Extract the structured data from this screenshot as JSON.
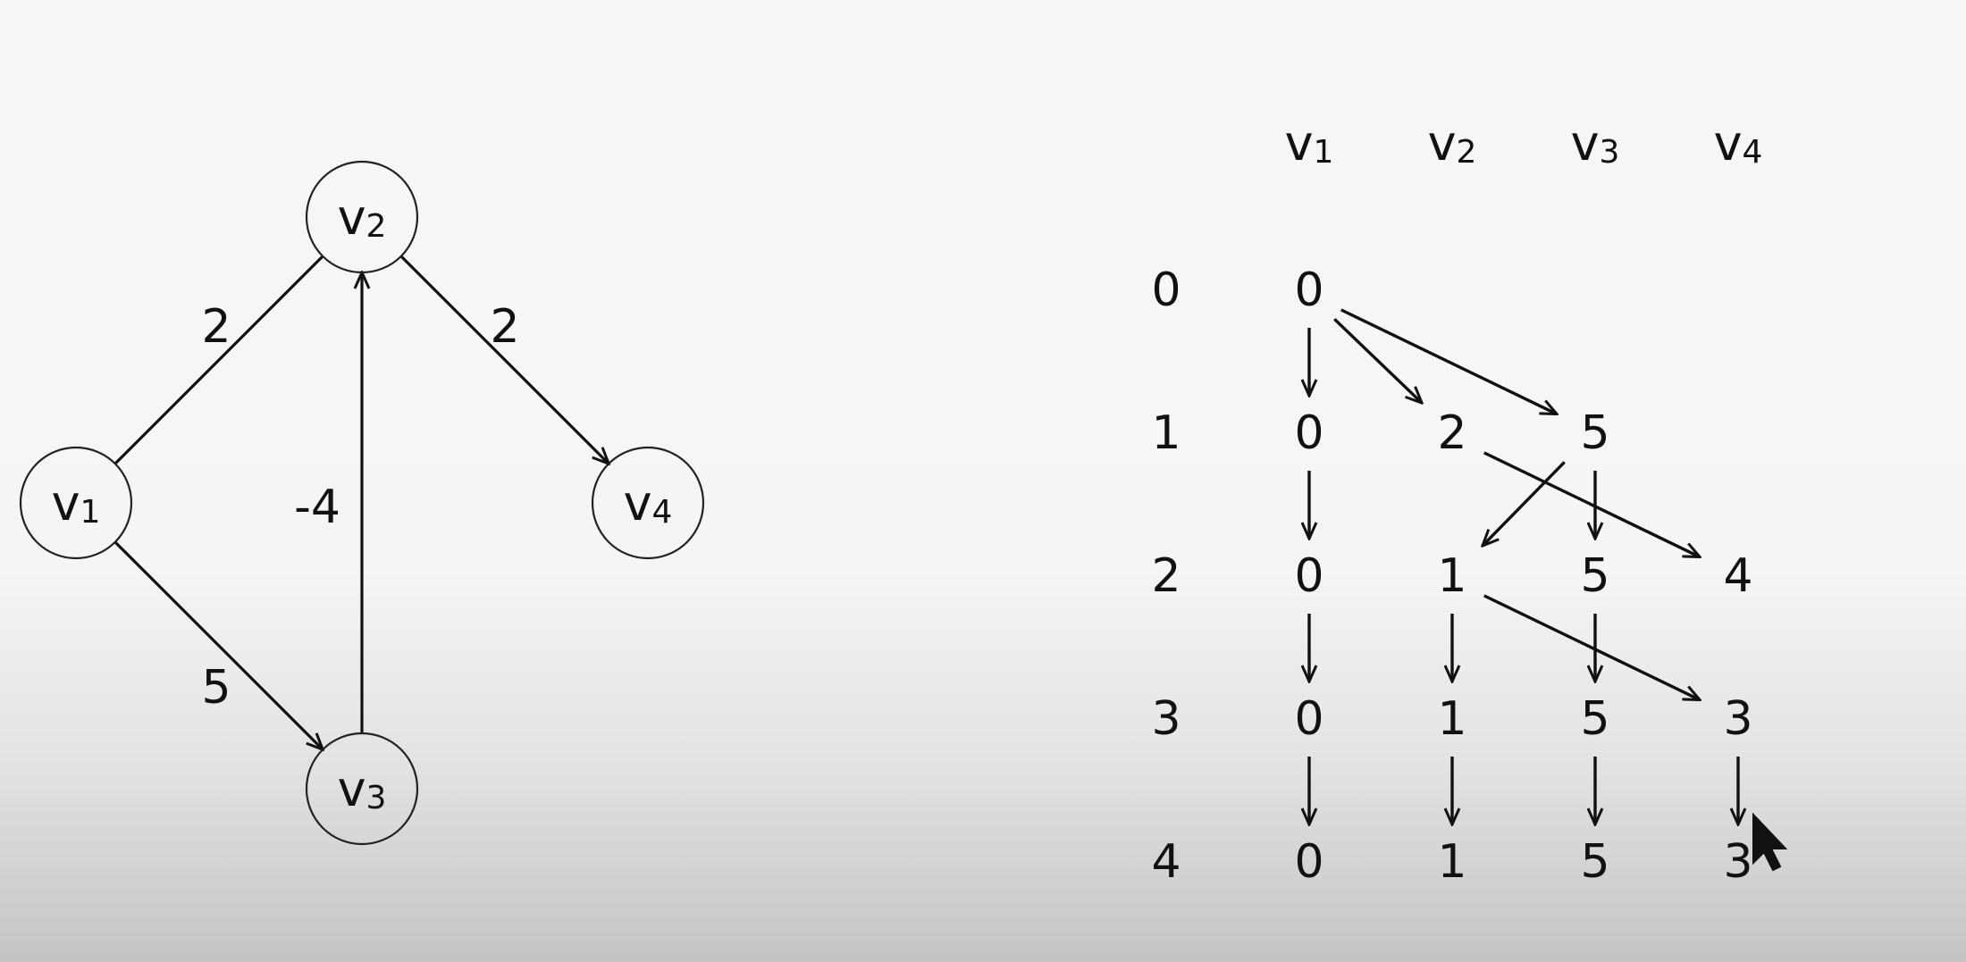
{
  "graph": {
    "nodes": [
      {
        "id": "v1",
        "name": "v",
        "sub": "1"
      },
      {
        "id": "v2",
        "name": "v",
        "sub": "2"
      },
      {
        "id": "v3",
        "name": "v",
        "sub": "3"
      },
      {
        "id": "v4",
        "name": "v",
        "sub": "4"
      }
    ],
    "edges": [
      {
        "from": "v1",
        "to": "v2",
        "weight": "2",
        "directed": false
      },
      {
        "from": "v1",
        "to": "v3",
        "weight": "5",
        "directed": true
      },
      {
        "from": "v3",
        "to": "v2",
        "weight": "-4",
        "directed": true
      },
      {
        "from": "v2",
        "to": "v4",
        "weight": "2",
        "directed": true
      }
    ]
  },
  "table": {
    "columns": [
      {
        "name": "v",
        "sub": "1"
      },
      {
        "name": "v",
        "sub": "2"
      },
      {
        "name": "v",
        "sub": "3"
      },
      {
        "name": "v",
        "sub": "4"
      }
    ],
    "rows": [
      {
        "label": "0",
        "cells": [
          "0",
          "",
          "",
          ""
        ]
      },
      {
        "label": "1",
        "cells": [
          "0",
          "2",
          "5",
          ""
        ]
      },
      {
        "label": "2",
        "cells": [
          "0",
          "1",
          "5",
          "4"
        ]
      },
      {
        "label": "3",
        "cells": [
          "0",
          "1",
          "5",
          "3"
        ]
      },
      {
        "label": "4",
        "cells": [
          "0",
          "1",
          "5",
          "3"
        ]
      }
    ],
    "arrows": [
      {
        "from": [
          0,
          0
        ],
        "to": [
          1,
          0
        ]
      },
      {
        "from": [
          0,
          0
        ],
        "to": [
          1,
          1
        ]
      },
      {
        "from": [
          0,
          0
        ],
        "to": [
          1,
          2
        ]
      },
      {
        "from": [
          1,
          0
        ],
        "to": [
          2,
          0
        ]
      },
      {
        "from": [
          1,
          1
        ],
        "to": [
          2,
          3
        ]
      },
      {
        "from": [
          1,
          2
        ],
        "to": [
          2,
          1
        ]
      },
      {
        "from": [
          1,
          2
        ],
        "to": [
          2,
          2
        ]
      },
      {
        "from": [
          2,
          0
        ],
        "to": [
          3,
          0
        ]
      },
      {
        "from": [
          2,
          1
        ],
        "to": [
          3,
          1
        ]
      },
      {
        "from": [
          2,
          1
        ],
        "to": [
          3,
          3
        ]
      },
      {
        "from": [
          2,
          2
        ],
        "to": [
          3,
          2
        ]
      },
      {
        "from": [
          3,
          0
        ],
        "to": [
          4,
          0
        ]
      },
      {
        "from": [
          3,
          1
        ],
        "to": [
          4,
          1
        ]
      },
      {
        "from": [
          3,
          2
        ],
        "to": [
          4,
          2
        ]
      },
      {
        "from": [
          3,
          3
        ],
        "to": [
          4,
          3
        ]
      }
    ]
  },
  "cursor": {
    "icon": "mouse-pointer-icon",
    "color": "#111111"
  }
}
